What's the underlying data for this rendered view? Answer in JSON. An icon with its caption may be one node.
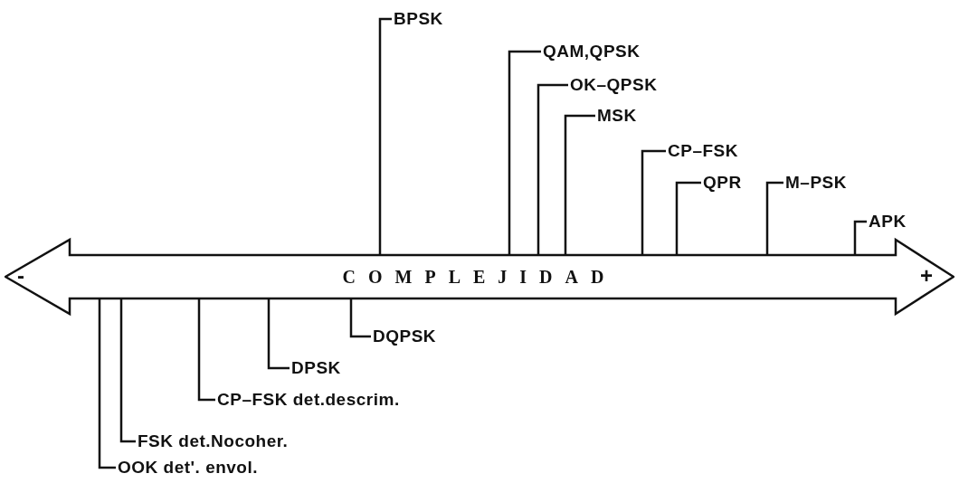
{
  "diagram": {
    "nodes": [
      {
        "text": [
          "BPSK"
        ]
      },
      {
        "text": [
          "QAM,QPSK"
        ]
      },
      {
        "text": [
          "OK–QPSK"
        ]
      },
      {
        "text": [
          "MSK"
        ]
      },
      {
        "text": [
          "CP–FSK"
        ]
      },
      {
        "text": [
          "QPR"
        ]
      },
      {
        "text": [
          "M–PSK"
        ]
      },
      {
        "text": [
          "APK"
        ]
      },
      {
        "text": [
          "COMPLEJIDAD"
        ]
      },
      {
        "text": [
          "DQPSK"
        ]
      },
      {
        "text": [
          "DPSK"
        ]
      },
      {
        "text": [
          "CP–FSK det.descrim."
        ]
      },
      {
        "text": [
          "FSK det.Nocoher."
        ]
      },
      {
        "text": [
          "OOK det'. envol."
        ]
      }
    ],
    "edges": [
      {
        "from": 0,
        "to": 8,
        "arrow": "none"
      },
      {
        "from": 1,
        "to": 8,
        "arrow": "none"
      },
      {
        "from": 2,
        "to": 8,
        "arrow": "none"
      },
      {
        "from": 3,
        "to": 8,
        "arrow": "none"
      },
      {
        "from": 4,
        "to": 8,
        "arrow": "none"
      },
      {
        "from": 5,
        "to": 8,
        "arrow": "none"
      },
      {
        "from": 6,
        "to": 8,
        "arrow": "none"
      },
      {
        "from": 7,
        "to": 8,
        "arrow": "none"
      },
      {
        "from": 9,
        "to": 8,
        "arrow": "none"
      },
      {
        "from": 10,
        "to": 8,
        "arrow": "none"
      },
      {
        "from": 11,
        "to": 8,
        "arrow": "none"
      },
      {
        "from": 12,
        "to": 8,
        "arrow": "none"
      },
      {
        "from": 13,
        "to": 8,
        "arrow": "none"
      }
    ],
    "labels": [
      "-",
      "+"
    ]
  }
}
